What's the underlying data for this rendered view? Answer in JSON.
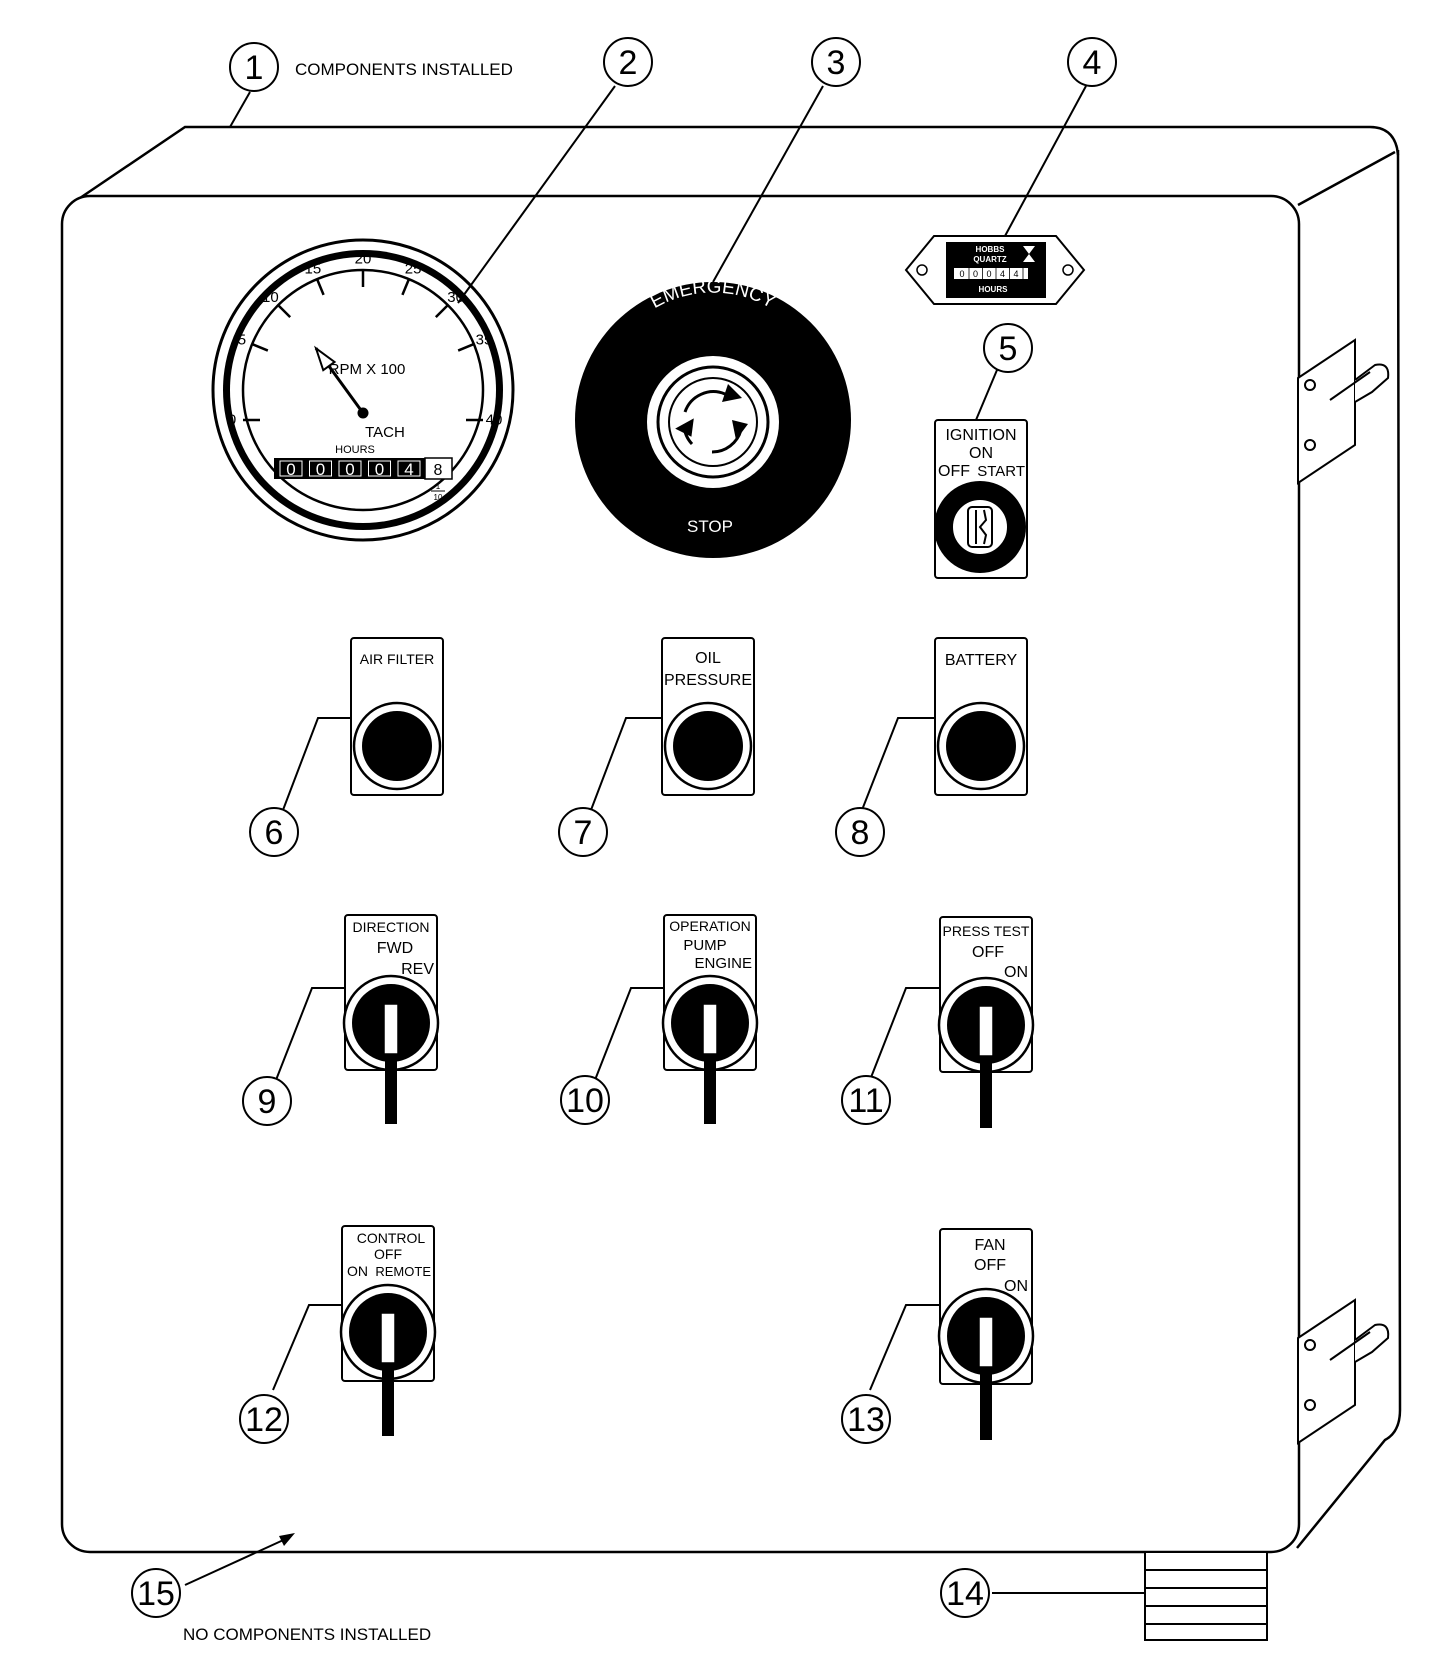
{
  "callouts": {
    "c1": "1",
    "c2": "2",
    "c3": "3",
    "c4": "4",
    "c5": "5",
    "c6": "6",
    "c7": "7",
    "c8": "8",
    "c9": "9",
    "c10": "10",
    "c11": "11",
    "c12": "12",
    "c13": "13",
    "c14": "14",
    "c15": "15"
  },
  "notes": {
    "components_installed": "COMPONENTS INSTALLED",
    "no_components_installed": "NO COMPONENTS INSTALLED"
  },
  "tachometer": {
    "scale_labels": [
      "0",
      "5",
      "10",
      "15",
      "20",
      "25",
      "30",
      "35",
      "40"
    ],
    "units": "RPM X 100",
    "name": "TACH",
    "hours_label": "HOURS",
    "digits": [
      "0",
      "0",
      "0",
      "0",
      "4"
    ],
    "tenths_digit": "8",
    "fraction_num": "1",
    "fraction_den": "10",
    "needle_value": 12
  },
  "emergency_stop": {
    "top_label": "EMERGENCY",
    "bottom_label": "STOP"
  },
  "hour_meter": {
    "brand_line1": "HOBBS",
    "brand_line2": "QUARTZ",
    "digits": [
      "0",
      "0",
      "0",
      "4",
      "4"
    ],
    "hours_label": "HOURS"
  },
  "ignition": {
    "line1": "IGNITION",
    "line2": "ON",
    "line3_left": "OFF",
    "line3_right": "START"
  },
  "indicators": {
    "air_filter": "AIR FILTER",
    "oil_line1": "OIL",
    "oil_line2": "PRESSURE",
    "battery": "BATTERY"
  },
  "switches": {
    "direction": {
      "line1": "DIRECTION",
      "line2": "FWD",
      "line3": "REV"
    },
    "operation": {
      "line1": "OPERATION",
      "line2": "PUMP",
      "line3": "ENGINE"
    },
    "press_test": {
      "line1": "PRESS TEST",
      "line2": "OFF",
      "line3": "ON"
    },
    "control": {
      "line1": "CONTROL",
      "line2": "OFF",
      "line3_left": "ON",
      "line3_right": "REMOTE"
    },
    "fan": {
      "line1": "FAN",
      "line2": "OFF",
      "line3": "ON"
    }
  },
  "colors": {
    "ink": "#000000",
    "panel": "#ffffff"
  }
}
